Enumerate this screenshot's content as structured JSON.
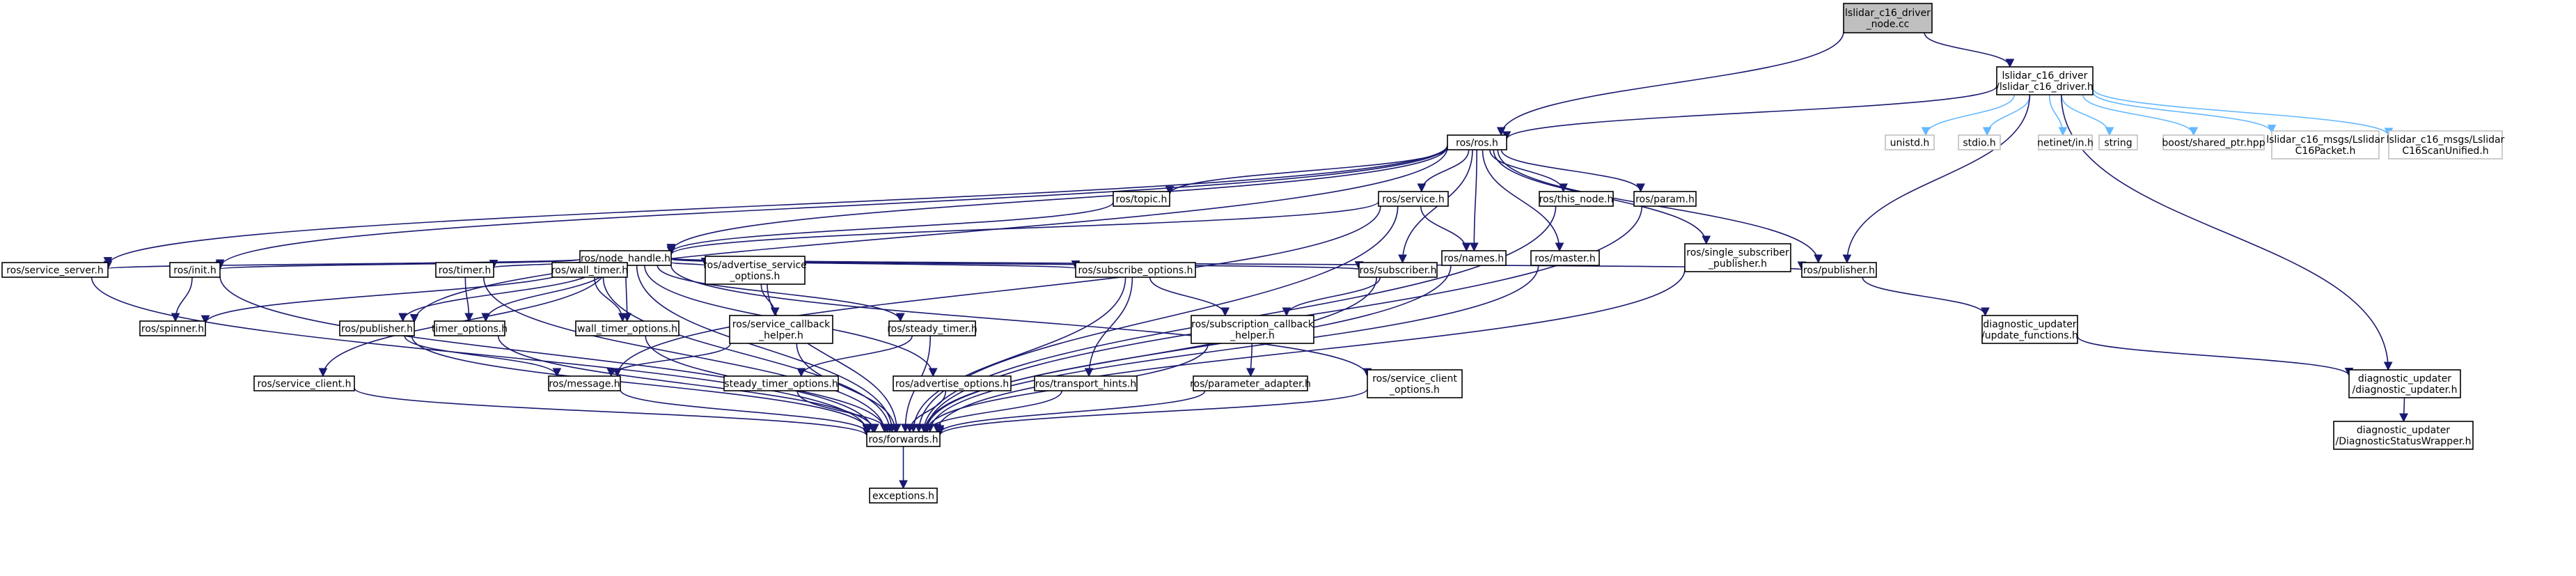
{
  "nodes": [
    {
      "id": "n_main",
      "lines": [
        "lslidar_c16_driver",
        "_node.cc"
      ],
      "root": true
    },
    {
      "id": "n_drv",
      "lines": [
        "lslidar_c16_driver",
        "/lslidar_c16_driver.h"
      ]
    },
    {
      "id": "n_rosh",
      "lines": [
        "ros/ros.h"
      ]
    },
    {
      "id": "n_unistd",
      "lines": [
        "unistd.h"
      ],
      "external": true
    },
    {
      "id": "n_stdio",
      "lines": [
        "stdio.h"
      ],
      "external": true
    },
    {
      "id": "n_netinet",
      "lines": [
        "netinet/in.h"
      ],
      "external": true
    },
    {
      "id": "n_string",
      "lines": [
        "string"
      ],
      "external": true
    },
    {
      "id": "n_boost",
      "lines": [
        "boost/shared_ptr.hpp"
      ],
      "external": true
    },
    {
      "id": "n_pkt",
      "lines": [
        "lslidar_c16_msgs/Lslidar",
        "C16Packet.h"
      ],
      "external": true
    },
    {
      "id": "n_scan",
      "lines": [
        "lslidar_c16_msgs/Lslidar",
        "C16ScanUnified.h"
      ],
      "external": true
    },
    {
      "id": "n_topic",
      "lines": [
        "ros/topic.h"
      ]
    },
    {
      "id": "n_service",
      "lines": [
        "ros/service.h"
      ]
    },
    {
      "id": "n_thisnode",
      "lines": [
        "ros/this_node.h"
      ]
    },
    {
      "id": "n_param",
      "lines": [
        "ros/param.h"
      ]
    },
    {
      "id": "n_nodehandle",
      "lines": [
        "ros/node_handle.h"
      ]
    },
    {
      "id": "n_names",
      "lines": [
        "ros/names.h"
      ]
    },
    {
      "id": "n_master",
      "lines": [
        "ros/master.h"
      ]
    },
    {
      "id": "n_singlesub",
      "lines": [
        "ros/single_subscriber",
        "_publisher.h"
      ]
    },
    {
      "id": "n_srvserver",
      "lines": [
        "ros/service_server.h"
      ]
    },
    {
      "id": "n_init",
      "lines": [
        "ros/init.h"
      ]
    },
    {
      "id": "n_timer",
      "lines": [
        "ros/timer.h"
      ]
    },
    {
      "id": "n_walltimer",
      "lines": [
        "ros/wall_timer.h"
      ]
    },
    {
      "id": "n_advsrvopt",
      "lines": [
        "ros/advertise_service",
        "_options.h"
      ]
    },
    {
      "id": "n_subopt",
      "lines": [
        "ros/subscribe_options.h"
      ]
    },
    {
      "id": "n_subscriber",
      "lines": [
        "ros/subscriber.h"
      ]
    },
    {
      "id": "n_publisher_top",
      "lines": [
        "ros/publisher.h"
      ]
    },
    {
      "id": "n_spinner",
      "lines": [
        "ros/spinner.h"
      ]
    },
    {
      "id": "n_publisher",
      "lines": [
        "ros/publisher.h"
      ]
    },
    {
      "id": "n_timeropt",
      "lines": [
        "timer_options.h"
      ]
    },
    {
      "id": "n_walltimeropt",
      "lines": [
        "wall_timer_options.h"
      ]
    },
    {
      "id": "n_srvcb",
      "lines": [
        "ros/service_callback",
        "_helper.h"
      ]
    },
    {
      "id": "n_steadytimer",
      "lines": [
        "ros/steady_timer.h"
      ]
    },
    {
      "id": "n_subcb",
      "lines": [
        "ros/subscription_callback",
        "_helper.h"
      ]
    },
    {
      "id": "n_diagupd",
      "lines": [
        "diagnostic_updater",
        "/update_functions.h"
      ]
    },
    {
      "id": "n_srvclient",
      "lines": [
        "ros/service_client.h"
      ]
    },
    {
      "id": "n_message",
      "lines": [
        "ros/message.h"
      ]
    },
    {
      "id": "n_steadyopt",
      "lines": [
        "steady_timer_options.h"
      ]
    },
    {
      "id": "n_advopt",
      "lines": [
        "ros/advertise_options.h"
      ]
    },
    {
      "id": "n_transport",
      "lines": [
        "ros/transport_hints.h"
      ]
    },
    {
      "id": "n_paramadapt",
      "lines": [
        "ros/parameter_adapter.h"
      ]
    },
    {
      "id": "n_srvclientopt",
      "lines": [
        "ros/service_client",
        "_options.h"
      ]
    },
    {
      "id": "n_diagmain",
      "lines": [
        "diagnostic_updater",
        "/diagnostic_updater.h"
      ]
    },
    {
      "id": "n_forwards",
      "lines": [
        "ros/forwards.h"
      ]
    },
    {
      "id": "n_diagstatus",
      "lines": [
        "diagnostic_updater",
        "/DiagnosticStatusWrapper.h"
      ]
    },
    {
      "id": "n_exceptions",
      "lines": [
        "exceptions.h"
      ]
    }
  ],
  "edges": [
    [
      "n_main",
      "n_drv"
    ],
    [
      "n_main",
      "n_rosh"
    ],
    [
      "n_drv",
      "n_rosh"
    ],
    [
      "n_drv",
      "n_unistd"
    ],
    [
      "n_drv",
      "n_stdio"
    ],
    [
      "n_drv",
      "n_netinet"
    ],
    [
      "n_drv",
      "n_string"
    ],
    [
      "n_drv",
      "n_boost"
    ],
    [
      "n_drv",
      "n_pkt"
    ],
    [
      "n_drv",
      "n_scan"
    ],
    [
      "n_drv",
      "n_publisher_top"
    ],
    [
      "n_drv",
      "n_diagmain"
    ],
    [
      "n_rosh",
      "n_topic"
    ],
    [
      "n_rosh",
      "n_service"
    ],
    [
      "n_rosh",
      "n_thisnode"
    ],
    [
      "n_rosh",
      "n_param"
    ],
    [
      "n_rosh",
      "n_nodehandle"
    ],
    [
      "n_rosh",
      "n_names"
    ],
    [
      "n_rosh",
      "n_master"
    ],
    [
      "n_rosh",
      "n_singlesub"
    ],
    [
      "n_rosh",
      "n_srvserver"
    ],
    [
      "n_rosh",
      "n_init"
    ],
    [
      "n_rosh",
      "n_subscriber"
    ],
    [
      "n_rosh",
      "n_publisher_top"
    ],
    [
      "n_rosh",
      "n_publisher"
    ],
    [
      "n_topic",
      "n_nodehandle"
    ],
    [
      "n_service",
      "n_nodehandle"
    ],
    [
      "n_service",
      "n_names"
    ],
    [
      "n_service",
      "n_forwards"
    ],
    [
      "n_service",
      "n_message"
    ],
    [
      "n_thisnode",
      "n_forwards"
    ],
    [
      "n_param",
      "n_forwards"
    ],
    [
      "n_names",
      "n_forwards"
    ],
    [
      "n_master",
      "n_forwards"
    ],
    [
      "n_singlesub",
      "n_forwards"
    ],
    [
      "n_nodehandle",
      "n_srvserver"
    ],
    [
      "n_nodehandle",
      "n_init"
    ],
    [
      "n_nodehandle",
      "n_spinner"
    ],
    [
      "n_nodehandle",
      "n_publisher"
    ],
    [
      "n_nodehandle",
      "n_srvclient"
    ],
    [
      "n_nodehandle",
      "n_timer"
    ],
    [
      "n_nodehandle",
      "n_timeropt"
    ],
    [
      "n_nodehandle",
      "n_walltimer"
    ],
    [
      "n_nodehandle",
      "n_walltimeropt"
    ],
    [
      "n_nodehandle",
      "n_advsrvopt"
    ],
    [
      "n_nodehandle",
      "n_steadytimer"
    ],
    [
      "n_nodehandle",
      "n_advopt"
    ],
    [
      "n_nodehandle",
      "n_subopt"
    ],
    [
      "n_nodehandle",
      "n_srvclientopt"
    ],
    [
      "n_nodehandle",
      "n_subscriber"
    ],
    [
      "n_nodehandle",
      "n_publisher_top"
    ],
    [
      "n_nodehandle",
      "n_forwards"
    ],
    [
      "n_srvserver",
      "n_forwards"
    ],
    [
      "n_init",
      "n_spinner"
    ],
    [
      "n_init",
      "n_forwards"
    ],
    [
      "n_timer",
      "n_timeropt"
    ],
    [
      "n_timer",
      "n_forwards"
    ],
    [
      "n_walltimer",
      "n_walltimeropt"
    ],
    [
      "n_walltimer",
      "n_forwards"
    ],
    [
      "n_advsrvopt",
      "n_srvcb"
    ],
    [
      "n_advsrvopt",
      "n_forwards"
    ],
    [
      "n_subopt",
      "n_subcb"
    ],
    [
      "n_subopt",
      "n_transport"
    ],
    [
      "n_subopt",
      "n_forwards"
    ],
    [
      "n_subscriber",
      "n_subcb"
    ],
    [
      "n_subscriber",
      "n_forwards"
    ],
    [
      "n_publisher_top",
      "n_diagupd"
    ],
    [
      "n_publisher",
      "n_message"
    ],
    [
      "n_publisher",
      "n_forwards"
    ],
    [
      "n_timeropt",
      "n_forwards"
    ],
    [
      "n_walltimeropt",
      "n_forwards"
    ],
    [
      "n_srvcb",
      "n_message"
    ],
    [
      "n_srvcb",
      "n_forwards"
    ],
    [
      "n_steadytimer",
      "n_steadyopt"
    ],
    [
      "n_steadytimer",
      "n_forwards"
    ],
    [
      "n_subcb",
      "n_paramadapt"
    ],
    [
      "n_subcb",
      "n_forwards"
    ],
    [
      "n_diagupd",
      "n_diagmain"
    ],
    [
      "n_srvclient",
      "n_forwards"
    ],
    [
      "n_message",
      "n_forwards"
    ],
    [
      "n_steadyopt",
      "n_forwards"
    ],
    [
      "n_advopt",
      "n_forwards"
    ],
    [
      "n_transport",
      "n_forwards"
    ],
    [
      "n_paramadapt",
      "n_forwards"
    ],
    [
      "n_srvclientopt",
      "n_forwards"
    ],
    [
      "n_diagmain",
      "n_diagstatus"
    ],
    [
      "n_forwards",
      "n_exceptions"
    ]
  ]
}
